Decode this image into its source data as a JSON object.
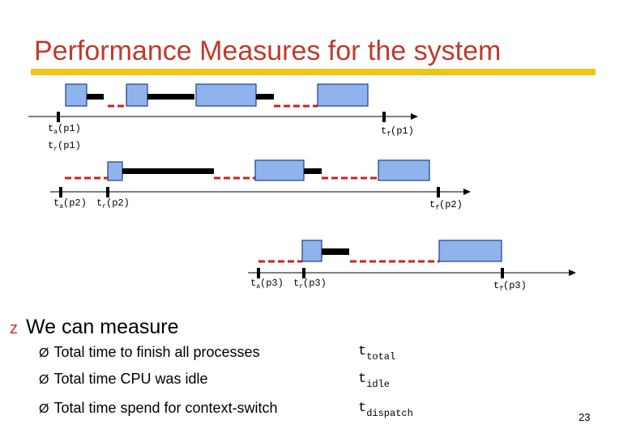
{
  "title": "Performance Measures for the system",
  "timeline_labels": {
    "p1_ta": {
      "t": "t",
      "sub": "a",
      "rest": "(p1)"
    },
    "p1_tr": {
      "t": "t",
      "sub": "r",
      "rest": "(p1)"
    },
    "p1_tf": {
      "t": "t",
      "sub": "f",
      "rest": "(p1)"
    },
    "p2_ta": {
      "t": "t",
      "sub": "a",
      "rest": "(p2)"
    },
    "p2_tr": {
      "t": "t",
      "sub": "r",
      "rest": "(p2)"
    },
    "p2_tf": {
      "t": "t",
      "sub": "f",
      "rest": "(p2)"
    },
    "p3_ta": {
      "t": "t",
      "sub": "a",
      "rest": "(p3)"
    },
    "p3_tr": {
      "t": "t",
      "sub": "r",
      "rest": "(p3)"
    },
    "p3_tf": {
      "t": "t",
      "sub": "f",
      "rest": "(p3)"
    }
  },
  "bullet": {
    "marker": "z",
    "text": "We can measure"
  },
  "items": [
    {
      "arrow": "Ø",
      "text": "Total time to finish all processes",
      "sym": "t",
      "sub": "total"
    },
    {
      "arrow": "Ø",
      "text": "Total time CPU was idle",
      "sym": "t",
      "sub": "idle"
    },
    {
      "arrow": "Ø",
      "text": "Total time spend for context-switch",
      "sym": "t",
      "sub": "dispatch"
    }
  ],
  "page_number": "23",
  "colors": {
    "title": "#c0392b",
    "rule": "#f0c419",
    "cpu_box": "#8fb3ec",
    "wait": "#d11f1f"
  }
}
